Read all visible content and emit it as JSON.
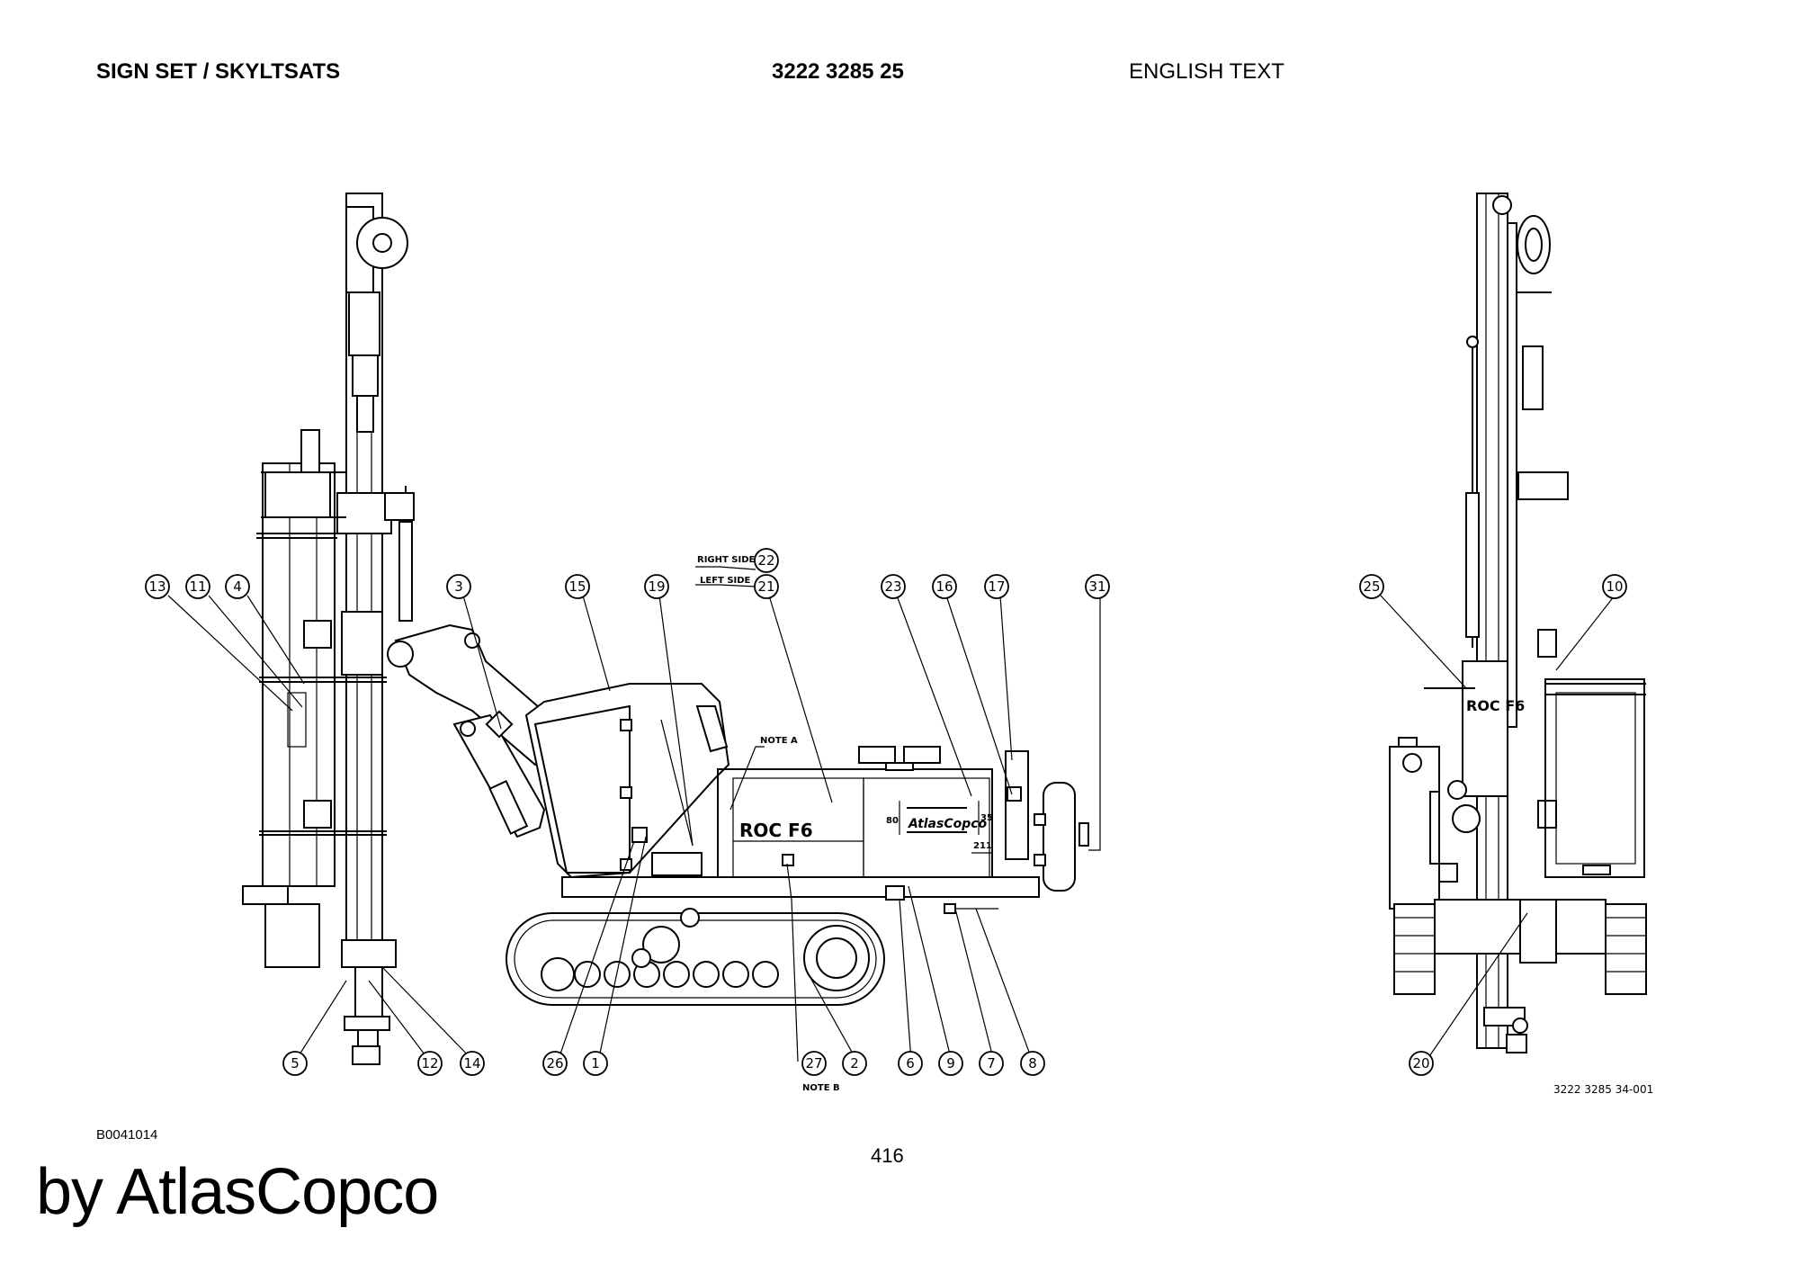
{
  "header": {
    "title": "SIGN SET / SKYLTSATS",
    "part_number": "3222 3285 25",
    "language": "ENGLISH TEXT"
  },
  "footer": {
    "reference": "B0041014",
    "page_number": "416",
    "brand": "by AtlasCopco"
  },
  "drawing": {
    "drawing_number": "3222 3285 34-001",
    "notes": {
      "right_side": "RIGHT SIDE",
      "left_side": "LEFT SIDE",
      "note_a": "NOTE A",
      "note_b": "NOTE B"
    },
    "decals": {
      "model": "ROC F6",
      "logo": "AtlasCopco",
      "dim_80": "80",
      "dim_35": "35",
      "dim_211": "211"
    },
    "callouts_side_view": [
      "13",
      "11",
      "4",
      "3",
      "15",
      "19",
      "22",
      "21",
      "23",
      "16",
      "17",
      "31",
      "5",
      "12",
      "14",
      "26",
      "1",
      "27",
      "2",
      "6",
      "9",
      "7",
      "8"
    ],
    "callouts_front_view": [
      "25",
      "10",
      "20"
    ]
  }
}
